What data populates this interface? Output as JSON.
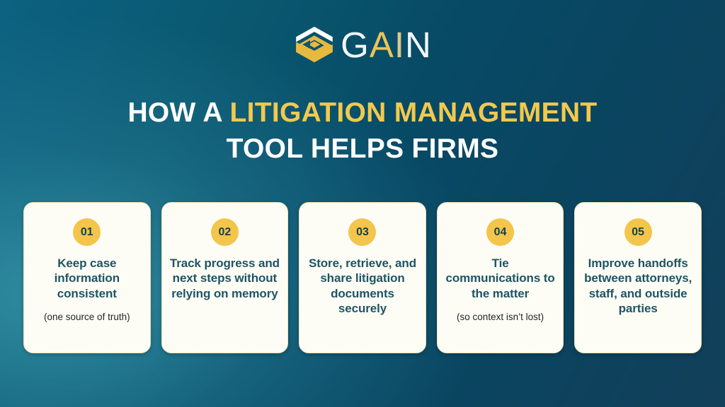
{
  "brand": {
    "logo_icon": "gain-hexagon-logo-icon",
    "name_parts": [
      {
        "text": "G",
        "color": "#f4f7f8"
      },
      {
        "text": "A",
        "color": "#e9c558"
      },
      {
        "text": "I",
        "color": "#dbc98b"
      },
      {
        "text": "N",
        "color": "#f4f7f8"
      }
    ],
    "name": "GAIN"
  },
  "headline": {
    "line1_white": "HOW A ",
    "line1_gold": "LITIGATION MANAGEMENT",
    "line2": "TOOL HELPS FIRMS"
  },
  "colors": {
    "background_light_teal": "#0c6281",
    "background_dark_navy": "#123f59",
    "accent_gold": "#f2c94c",
    "badge_gold": "#f3c54b",
    "card_background": "#fdfdf6",
    "card_border": "#efe3b8",
    "card_title_text": "#1f5464",
    "card_sub_text": "#20262b",
    "headline_white": "#ffffff"
  },
  "cards": [
    {
      "number": "01",
      "title": "Keep case information consistent",
      "subtitle": "(one source of truth)"
    },
    {
      "number": "02",
      "title": "Track progress and next steps without relying on memory",
      "subtitle": ""
    },
    {
      "number": "03",
      "title": "Store, retrieve, and share litigation documents securely",
      "subtitle": ""
    },
    {
      "number": "04",
      "title": "Tie communications to the matter",
      "subtitle": "(so context isn’t lost)"
    },
    {
      "number": "05",
      "title": "Improve handoffs between attorneys, staff, and outside parties",
      "subtitle": ""
    }
  ]
}
